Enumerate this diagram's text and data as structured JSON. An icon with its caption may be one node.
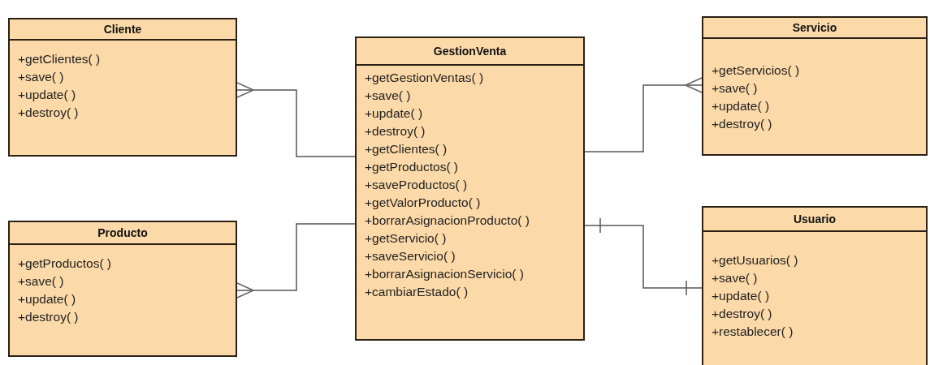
{
  "diagram": {
    "nodes": [
      {
        "text": [
          "Cliente",
          "+getClientes( )",
          "+save( )",
          "+update( )",
          "+destroy( )"
        ]
      },
      {
        "text": [
          "GestionVenta",
          "+getGestionVentas( )",
          "+save( )",
          "+update( )",
          "+destroy( )",
          "+getClientes( )",
          "+getProductos( )",
          "+saveProductos( )",
          "+getValorProducto( )",
          "+borrarAsignacionProducto( )",
          "+getServicio( )",
          "+saveServicio( )",
          "+borrarAsignacionServicio( )",
          "+cambiarEstado( )"
        ]
      },
      {
        "text": [
          "Servicio",
          "+getServicios( )",
          "+save( )",
          "+update( )",
          "+destroy( )"
        ]
      },
      {
        "text": [
          "Producto",
          "+getProductos( )",
          "+save( )",
          "+update( )",
          "+destroy( )"
        ]
      },
      {
        "text": [
          "Usuario",
          "+getUsuarios( )",
          "+save( )",
          "+update( )",
          "+destroy( )",
          "+restablecer( )"
        ]
      }
    ],
    "edges": [
      {
        "from": 1,
        "to": 0,
        "arrow": "other"
      },
      {
        "from": 1,
        "to": 2,
        "arrow": "other"
      },
      {
        "from": 1,
        "to": 3,
        "arrow": "other"
      },
      {
        "from": 1,
        "to": 4,
        "arrow": "other"
      }
    ]
  }
}
